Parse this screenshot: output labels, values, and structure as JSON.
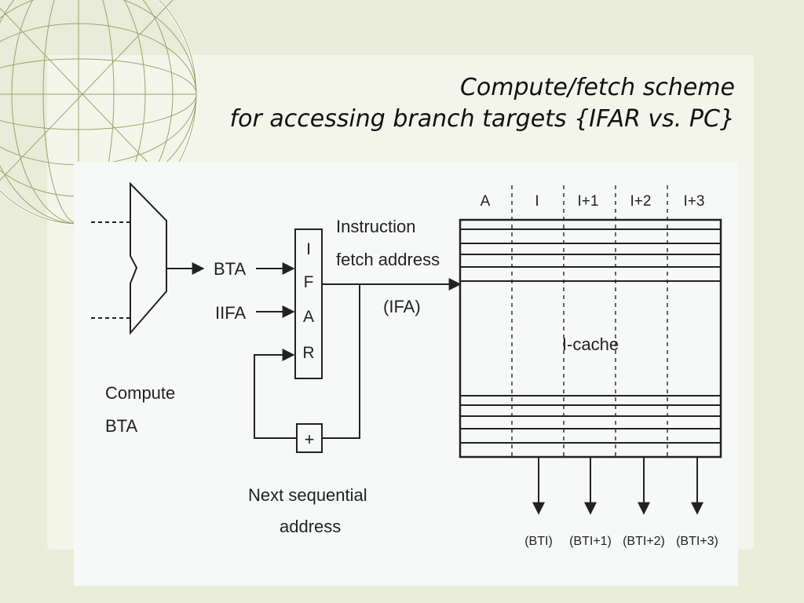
{
  "slide": {
    "title_line1": "Compute/fetch scheme",
    "title_line2": "for accessing branch targets {IFAR vs. PC}"
  },
  "diagram": {
    "compute_label_1": "Compute",
    "compute_label_2": "BTA",
    "input_bta": "BTA",
    "input_iifa": "IIFA",
    "register_letters": [
      "I",
      "F",
      "A",
      "R"
    ],
    "fetch_address_1": "Instruction",
    "fetch_address_2": "fetch address",
    "ifa_label": "(IFA)",
    "adder_symbol": "+",
    "next_seq_1": "Next sequential",
    "next_seq_2": "address",
    "cache_label": "I-cache",
    "column_headers": [
      "A",
      "I",
      "I+1",
      "I+2",
      "I+3"
    ],
    "outputs": [
      "(BTI)",
      "(BTI+1)",
      "(BTI+2)",
      "(BTI+3)"
    ]
  }
}
